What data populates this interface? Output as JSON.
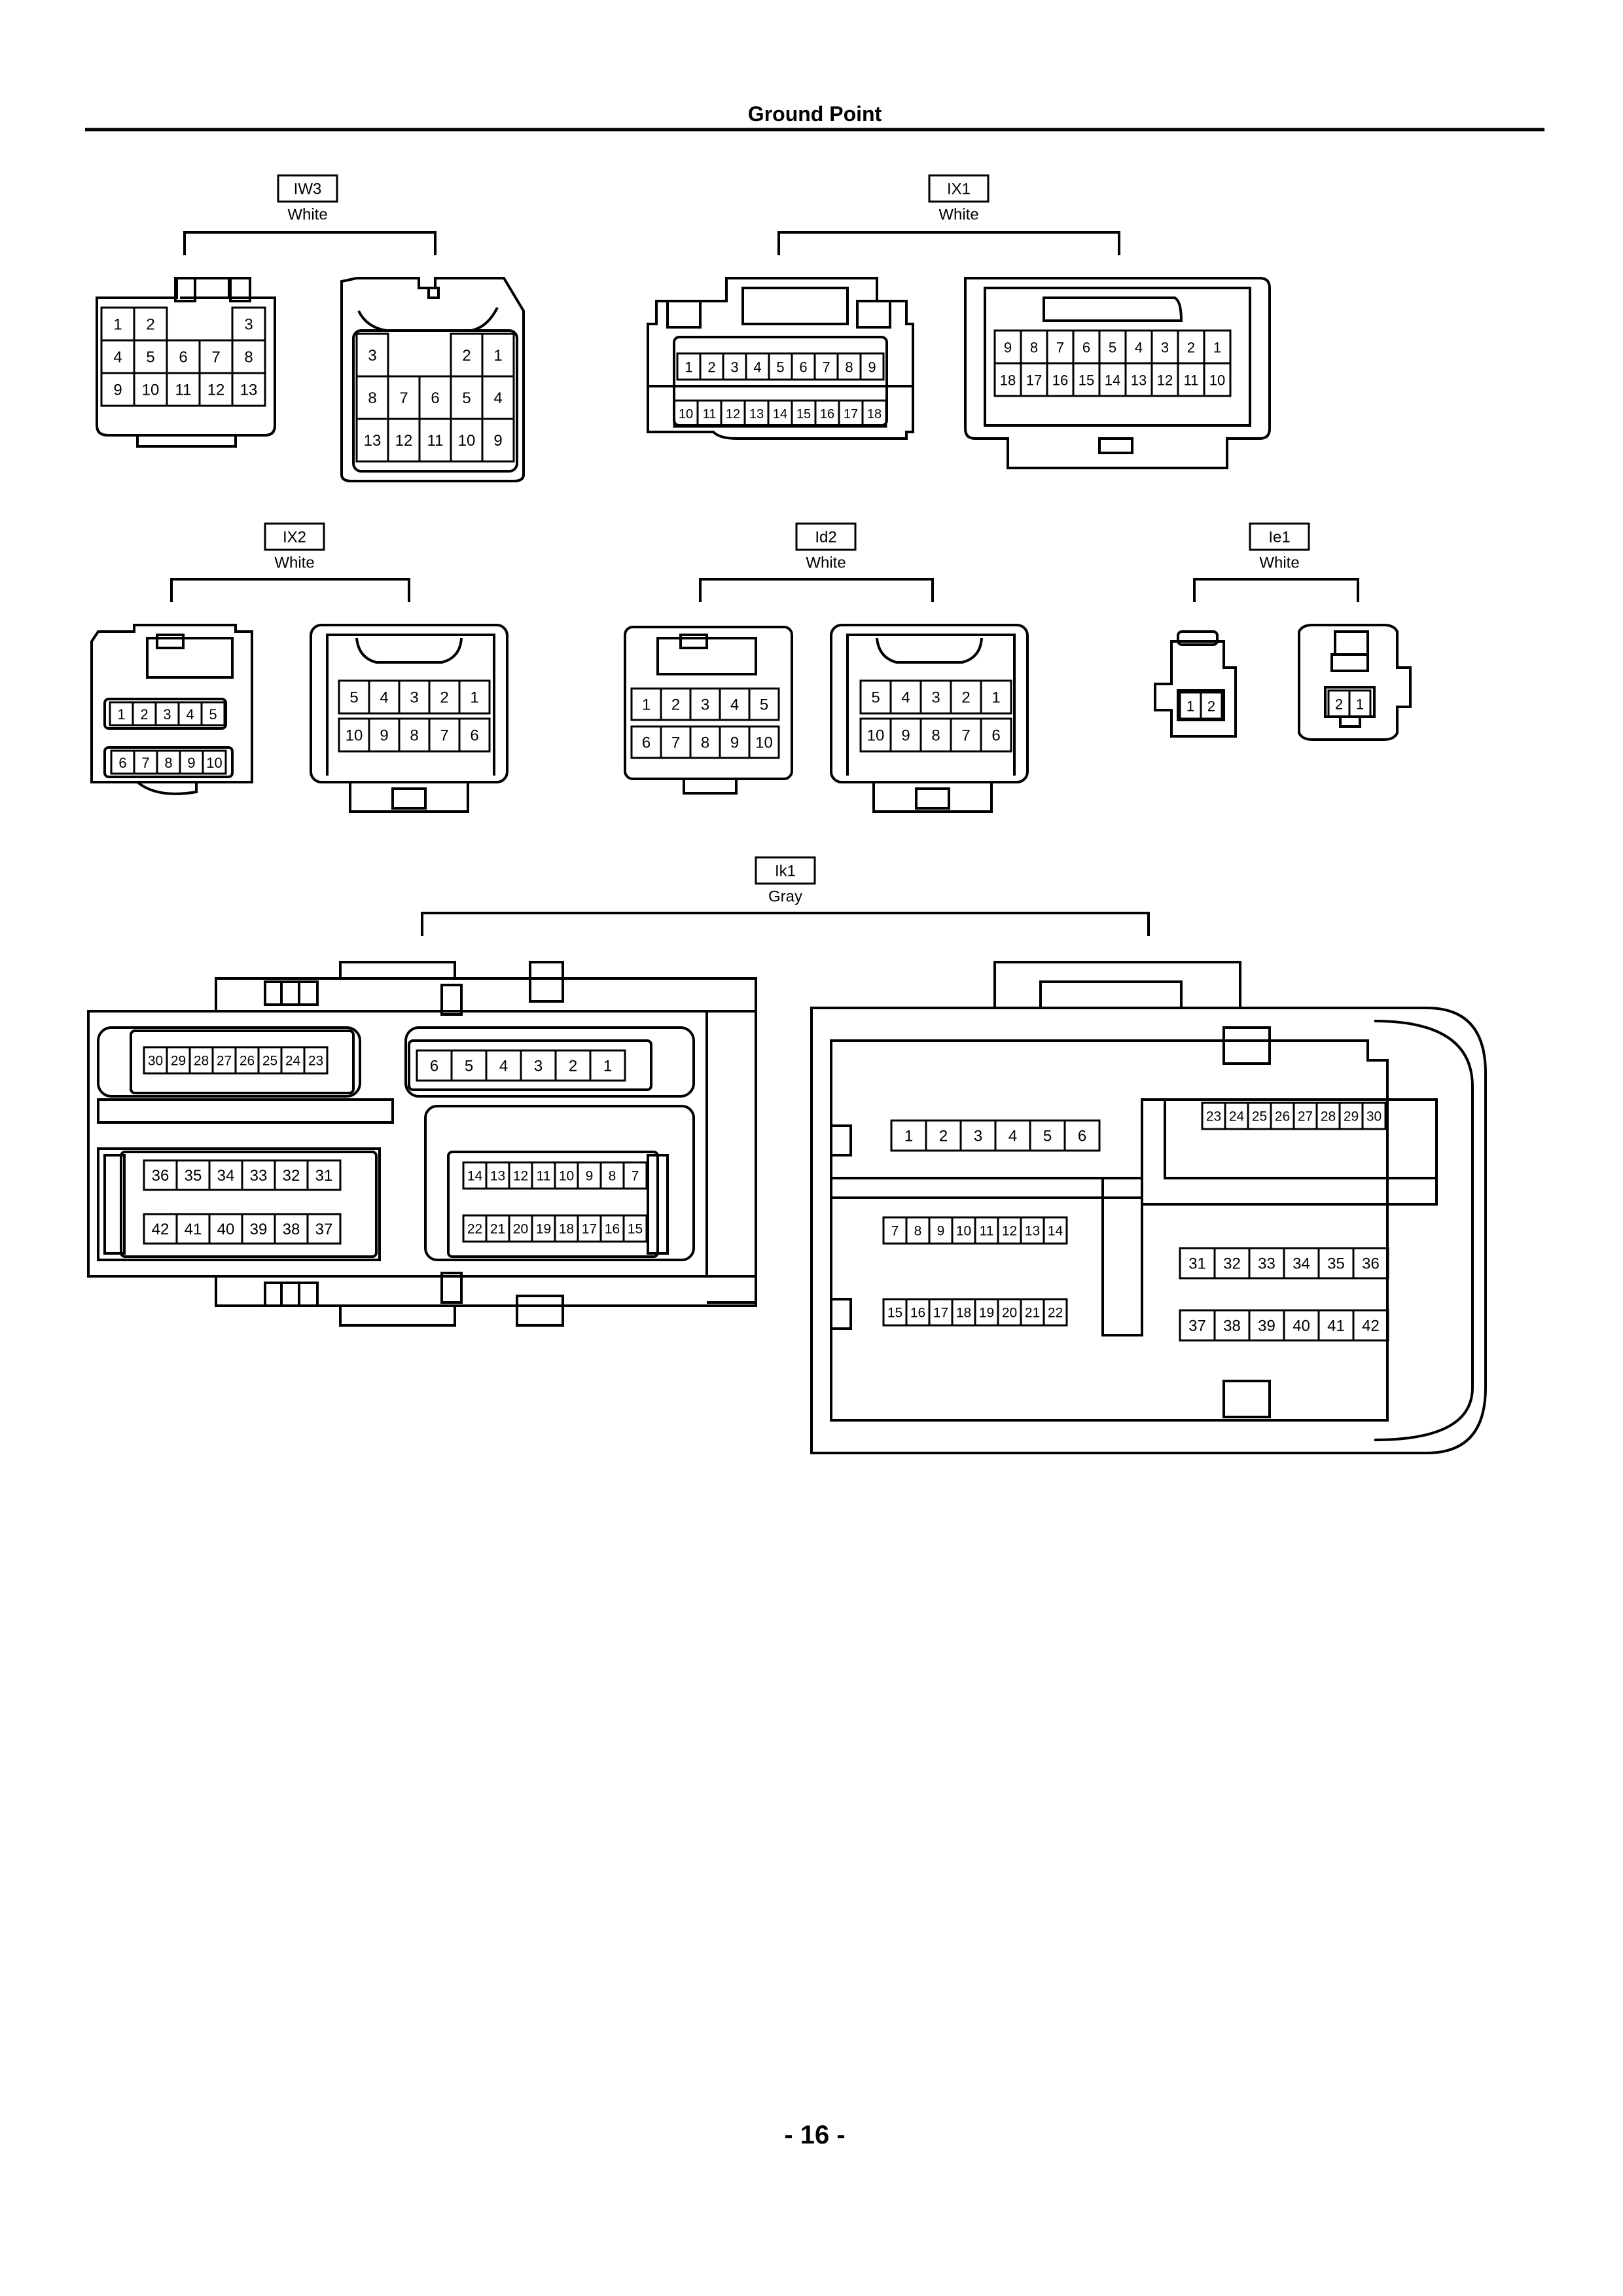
{
  "page": {
    "title": "Ground Point",
    "page_number": "- 16 -"
  },
  "colors": {
    "ink": "#000000",
    "paper": "#ffffff"
  },
  "connectors": [
    {
      "id": "IW3",
      "color": "White",
      "left_rows": [
        [
          "1",
          "2",
          "",
          "",
          "3"
        ],
        [
          "4",
          "5",
          "6",
          "7",
          "8"
        ],
        [
          "9",
          "10",
          "11",
          "12",
          "13"
        ]
      ],
      "right_rows": [
        [
          "3",
          "",
          "",
          "2",
          "1"
        ],
        [
          "8",
          "7",
          "6",
          "5",
          "4"
        ],
        [
          "13",
          "12",
          "11",
          "10",
          "9"
        ]
      ]
    },
    {
      "id": "IX1",
      "color": "White",
      "left_rows": [
        [
          "1",
          "2",
          "3",
          "4",
          "5",
          "6",
          "7",
          "8",
          "9"
        ],
        [
          "10",
          "11",
          "12",
          "13",
          "14",
          "15",
          "16",
          "17",
          "18"
        ]
      ],
      "right_rows": [
        [
          "9",
          "8",
          "7",
          "6",
          "5",
          "4",
          "3",
          "2",
          "1"
        ],
        [
          "18",
          "17",
          "16",
          "15",
          "14",
          "13",
          "12",
          "11",
          "10"
        ]
      ]
    },
    {
      "id": "IX2",
      "color": "White",
      "left_rows": [
        [
          "1",
          "2",
          "3",
          "4",
          "5"
        ],
        [
          "6",
          "7",
          "8",
          "9",
          "10"
        ]
      ],
      "right_rows": [
        [
          "5",
          "4",
          "3",
          "2",
          "1"
        ],
        [
          "10",
          "9",
          "8",
          "7",
          "6"
        ]
      ]
    },
    {
      "id": "Id2",
      "color": "White",
      "left_rows": [
        [
          "1",
          "2",
          "3",
          "4",
          "5"
        ],
        [
          "6",
          "7",
          "8",
          "9",
          "10"
        ]
      ],
      "right_rows": [
        [
          "5",
          "4",
          "3",
          "2",
          "1"
        ],
        [
          "10",
          "9",
          "8",
          "7",
          "6"
        ]
      ]
    },
    {
      "id": "Ie1",
      "color": "White",
      "left_rows": [
        [
          "1",
          "2"
        ]
      ],
      "right_rows": [
        [
          "2",
          "1"
        ]
      ]
    },
    {
      "id": "Ik1",
      "color": "Gray",
      "left_groups": [
        [
          "30",
          "29",
          "28",
          "27",
          "26",
          "25",
          "24",
          "23"
        ],
        [
          "6",
          "5",
          "4",
          "3",
          "2",
          "1"
        ],
        [
          "36",
          "35",
          "34",
          "33",
          "32",
          "31"
        ],
        [
          "14",
          "13",
          "12",
          "11",
          "10",
          "9",
          "8",
          "7"
        ],
        [
          "42",
          "41",
          "40",
          "39",
          "38",
          "37"
        ],
        [
          "22",
          "21",
          "20",
          "19",
          "18",
          "17",
          "16",
          "15"
        ]
      ],
      "right_groups": [
        [
          "23",
          "24",
          "25",
          "26",
          "27",
          "28",
          "29",
          "30"
        ],
        [
          "1",
          "2",
          "3",
          "4",
          "5",
          "6"
        ],
        [
          "7",
          "8",
          "9",
          "10",
          "11",
          "12",
          "13",
          "14"
        ],
        [
          "31",
          "32",
          "33",
          "34",
          "35",
          "36"
        ],
        [
          "15",
          "16",
          "17",
          "18",
          "19",
          "20",
          "21",
          "22"
        ],
        [
          "37",
          "38",
          "39",
          "40",
          "41",
          "42"
        ]
      ]
    }
  ]
}
